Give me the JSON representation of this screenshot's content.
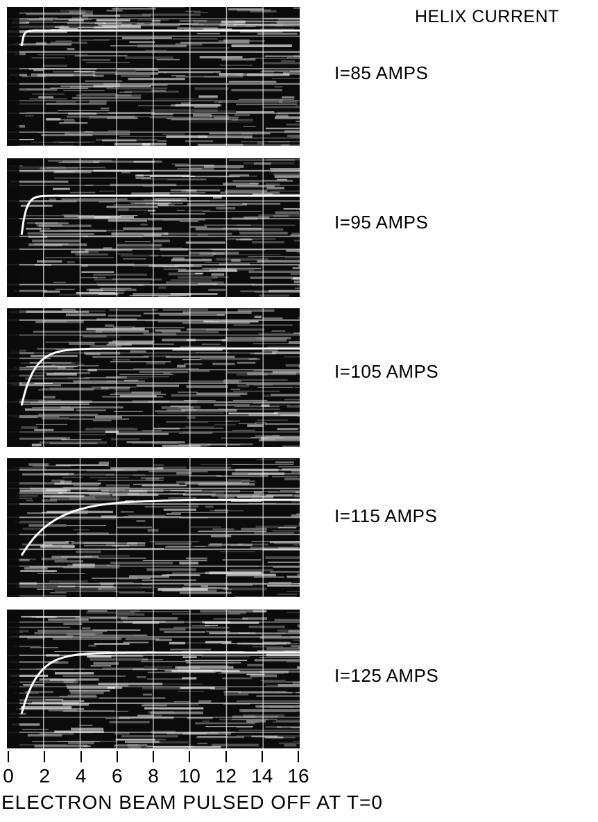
{
  "header": {
    "title": "HELIX CURRENT"
  },
  "panels": [
    {
      "label": "I=85 AMPS",
      "current_amps": 85,
      "plateau_level": 0.83,
      "rise_tau": 0.05,
      "start_level": 0.72
    },
    {
      "label": "I=95 AMPS",
      "current_amps": 95,
      "plateau_level": 0.73,
      "rise_tau": 0.12,
      "start_level": 0.45
    },
    {
      "label": "I=105 AMPS",
      "current_amps": 105,
      "plateau_level": 0.71,
      "rise_tau": 0.35,
      "start_level": 0.3
    },
    {
      "label": "I=115 AMPS",
      "current_amps": 115,
      "plateau_level": 0.7,
      "rise_tau": 0.9,
      "start_level": 0.3
    },
    {
      "label": "I=125 AMPS",
      "current_amps": 125,
      "plateau_level": 0.69,
      "rise_tau": 0.45,
      "start_level": 0.25
    }
  ],
  "axis": {
    "ticks": [
      "0",
      "2",
      "4",
      "6",
      "8",
      "10",
      "12",
      "14",
      "16"
    ],
    "range": [
      0,
      16
    ]
  },
  "caption": "ELECTRON BEAM PULSED OFF AT  T=0"
}
